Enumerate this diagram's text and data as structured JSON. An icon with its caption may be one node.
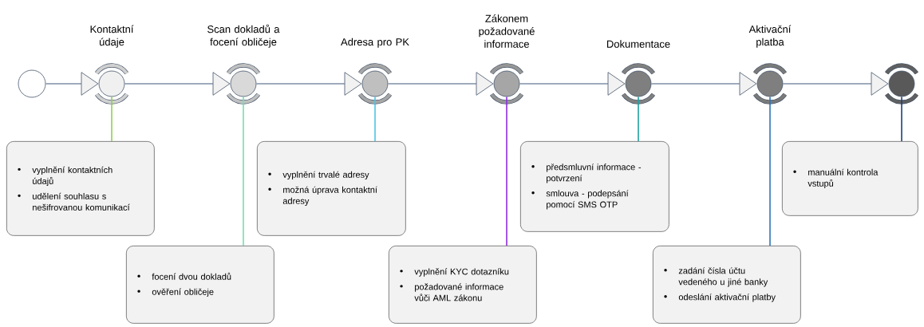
{
  "diagram": {
    "nodes": [
      {
        "text": [],
        "shape": "circle"
      },
      {
        "text": [
          "Kontaktní údaje"
        ]
      },
      {
        "text": [
          "Scan dokladů a focení obličeje"
        ]
      },
      {
        "text": [
          "Adresa pro PK"
        ]
      },
      {
        "text": [
          "Zákonem požadované informace"
        ]
      },
      {
        "text": [
          "Dokumentace"
        ]
      },
      {
        "text": [
          "Aktivační platba"
        ]
      },
      {
        "text": [],
        "shape": "circle"
      },
      {
        "text": [
          "vyplnění kontaktních údajů",
          "udělení souhlasu s nešifrovanou komunikací"
        ]
      },
      {
        "text": [
          "focení dvou dokladů",
          "ověření obličeje"
        ]
      },
      {
        "text": [
          "vyplnění trvalé adresy",
          "možná úprava kontaktní adresy"
        ]
      },
      {
        "text": [
          "vyplnění KYC dotazníku",
          "požadované informace vůči AML zákonu"
        ]
      },
      {
        "text": [
          "předsmluvní informace - potvrzení",
          "smlouva - podepsání pomocí SMS OTP"
        ]
      },
      {
        "text": [
          "zadání čísla účtu vedeného u jiné banky",
          "odeslání aktivační platby"
        ]
      },
      {
        "text": [
          "manuální kontrola vstupů"
        ]
      }
    ],
    "edges": [
      {
        "from": 0,
        "to": 1,
        "arrow": "to"
      },
      {
        "from": 1,
        "to": 2,
        "arrow": "to"
      },
      {
        "from": 2,
        "to": 3,
        "arrow": "to"
      },
      {
        "from": 3,
        "to": 4,
        "arrow": "to"
      },
      {
        "from": 4,
        "to": 5,
        "arrow": "to"
      },
      {
        "from": 5,
        "to": 6,
        "arrow": "to"
      },
      {
        "from": 6,
        "to": 7,
        "arrow": "to"
      },
      {
        "from": 1,
        "to": 8,
        "arrow": "none",
        "color": "#92d050"
      },
      {
        "from": 2,
        "to": 9,
        "arrow": "none",
        "color": "#70e0b0"
      },
      {
        "from": 3,
        "to": 10,
        "arrow": "none",
        "color": "#4dc3e6"
      },
      {
        "from": 4,
        "to": 11,
        "arrow": "none",
        "color": "#8e2de2"
      },
      {
        "from": 5,
        "to": 12,
        "arrow": "none",
        "color": "#20a0a0"
      },
      {
        "from": 6,
        "to": 13,
        "arrow": "none",
        "color": "#2e75b6"
      },
      {
        "from": 7,
        "to": 14,
        "arrow": "none",
        "color": "#203f7a"
      }
    ]
  }
}
